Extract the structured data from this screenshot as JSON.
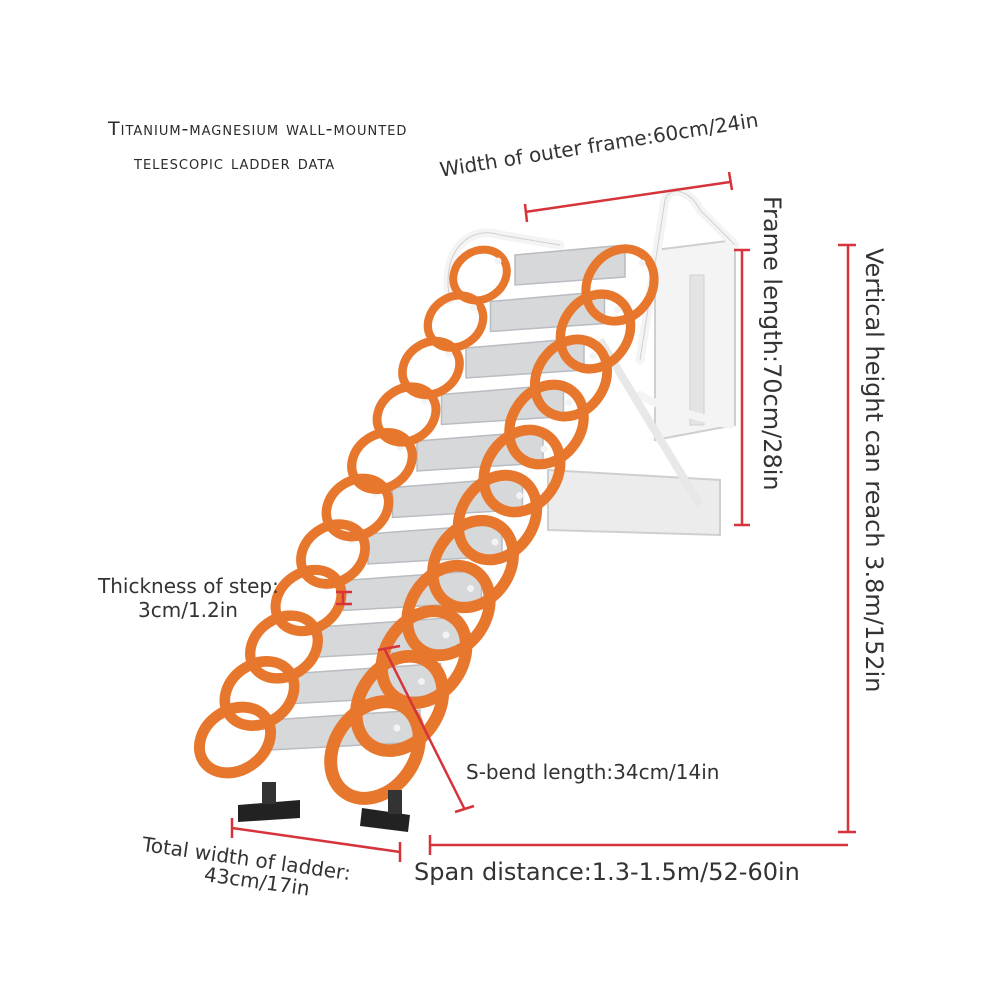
{
  "title": {
    "line1": "Titanium-magnesium wall-mounted",
    "line2": "telescopic ladder data"
  },
  "labels": {
    "outer_frame_width": "Width of outer frame:60cm/24in",
    "frame_length": "Frame length:70cm/28in",
    "vertical_height": "Vertical height can reach 3.8m/152in",
    "step_thickness_line1": "Thickness of step:",
    "step_thickness_line2": "3cm/1.2in",
    "s_bend_length": "S-bend length:34cm/14in",
    "total_width_line1": "Total width of ladder:",
    "total_width_line2": "43cm/17in",
    "span_distance": "Span distance:1.3-1.5m/52-60in"
  },
  "colors": {
    "ladder_orange": "#e8772e",
    "step_silver": "#d6d8da",
    "frame_white": "#f4f4f4",
    "dimension_red": "#d6333a",
    "text": "#333333"
  },
  "counts": {
    "steps": 11
  }
}
